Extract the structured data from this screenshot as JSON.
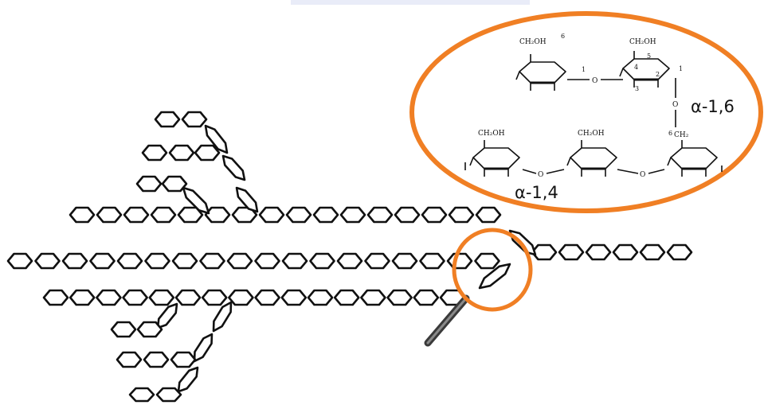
{
  "labels": {
    "alpha16": "α-1,6",
    "alpha14": "α-1,4",
    "ch2oh": "CH₂OH",
    "ch2": "CH₂",
    "o": "O",
    "ring_numbers": [
      "1",
      "2",
      "3",
      "4",
      "5",
      "6"
    ]
  },
  "colors": {
    "outline": "#111111",
    "highlight": "#f07f24",
    "background": "#ffffff"
  },
  "icons": {
    "magnifier": "magnifying-glass-icon"
  }
}
